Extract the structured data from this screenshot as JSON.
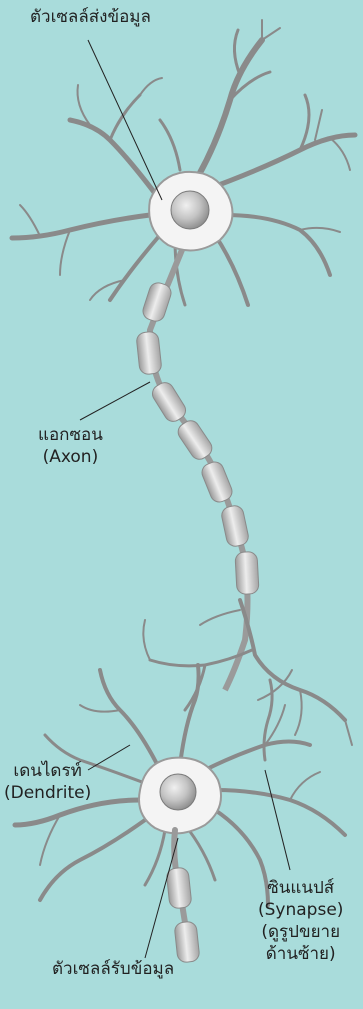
{
  "labels": {
    "sending_cell": "ตัวเซลล์ส่งข้อมูล",
    "axon_th": "แอกซอน",
    "axon_en": "(Axon)",
    "dendrite_th": "เดนไดรท์",
    "dendrite_en": "(Dendrite)",
    "synapse_th": "ซินแนปส์",
    "synapse_en": "(Synapse)",
    "synapse_note_1": "(ดูรูปขยาย",
    "synapse_note_2": "ด้านซ้าย)",
    "receiving_cell": "ตัวเซลล์รับข้อมูล"
  },
  "colors": {
    "background": "#a9dcdb",
    "cell_fill": "#f4f4f4",
    "cell_edge": "#8a8a8a",
    "nucleus": "#b8b8b8",
    "leader_line": "#222222"
  }
}
